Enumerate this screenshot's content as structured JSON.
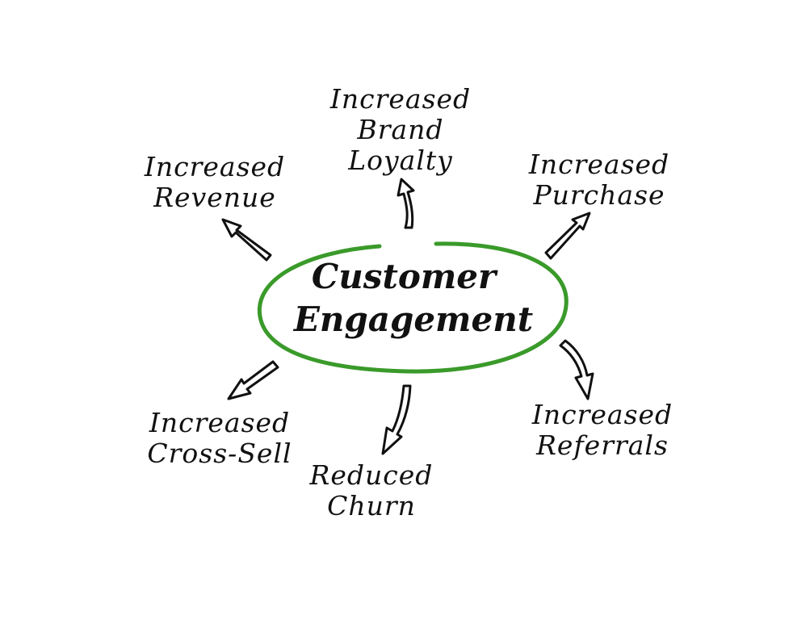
{
  "center": {
    "line1": "Customer",
    "line2": "Engagement",
    "ring_color": "#3a9a2a"
  },
  "outcomes": {
    "brand_loyalty": {
      "line1": "Increased",
      "line2": "Brand",
      "line3": "Loyalty"
    },
    "revenue": {
      "line1": "Increased",
      "line2": "Revenue"
    },
    "purchase": {
      "line1": "Increased",
      "line2": "Purchase"
    },
    "cross_sell": {
      "line1": "Increased",
      "line2": "Cross-Sell"
    },
    "churn": {
      "line1": "Reduced",
      "line2": "Churn"
    },
    "referrals": {
      "line1": "Increased",
      "line2": "Referrals"
    }
  }
}
